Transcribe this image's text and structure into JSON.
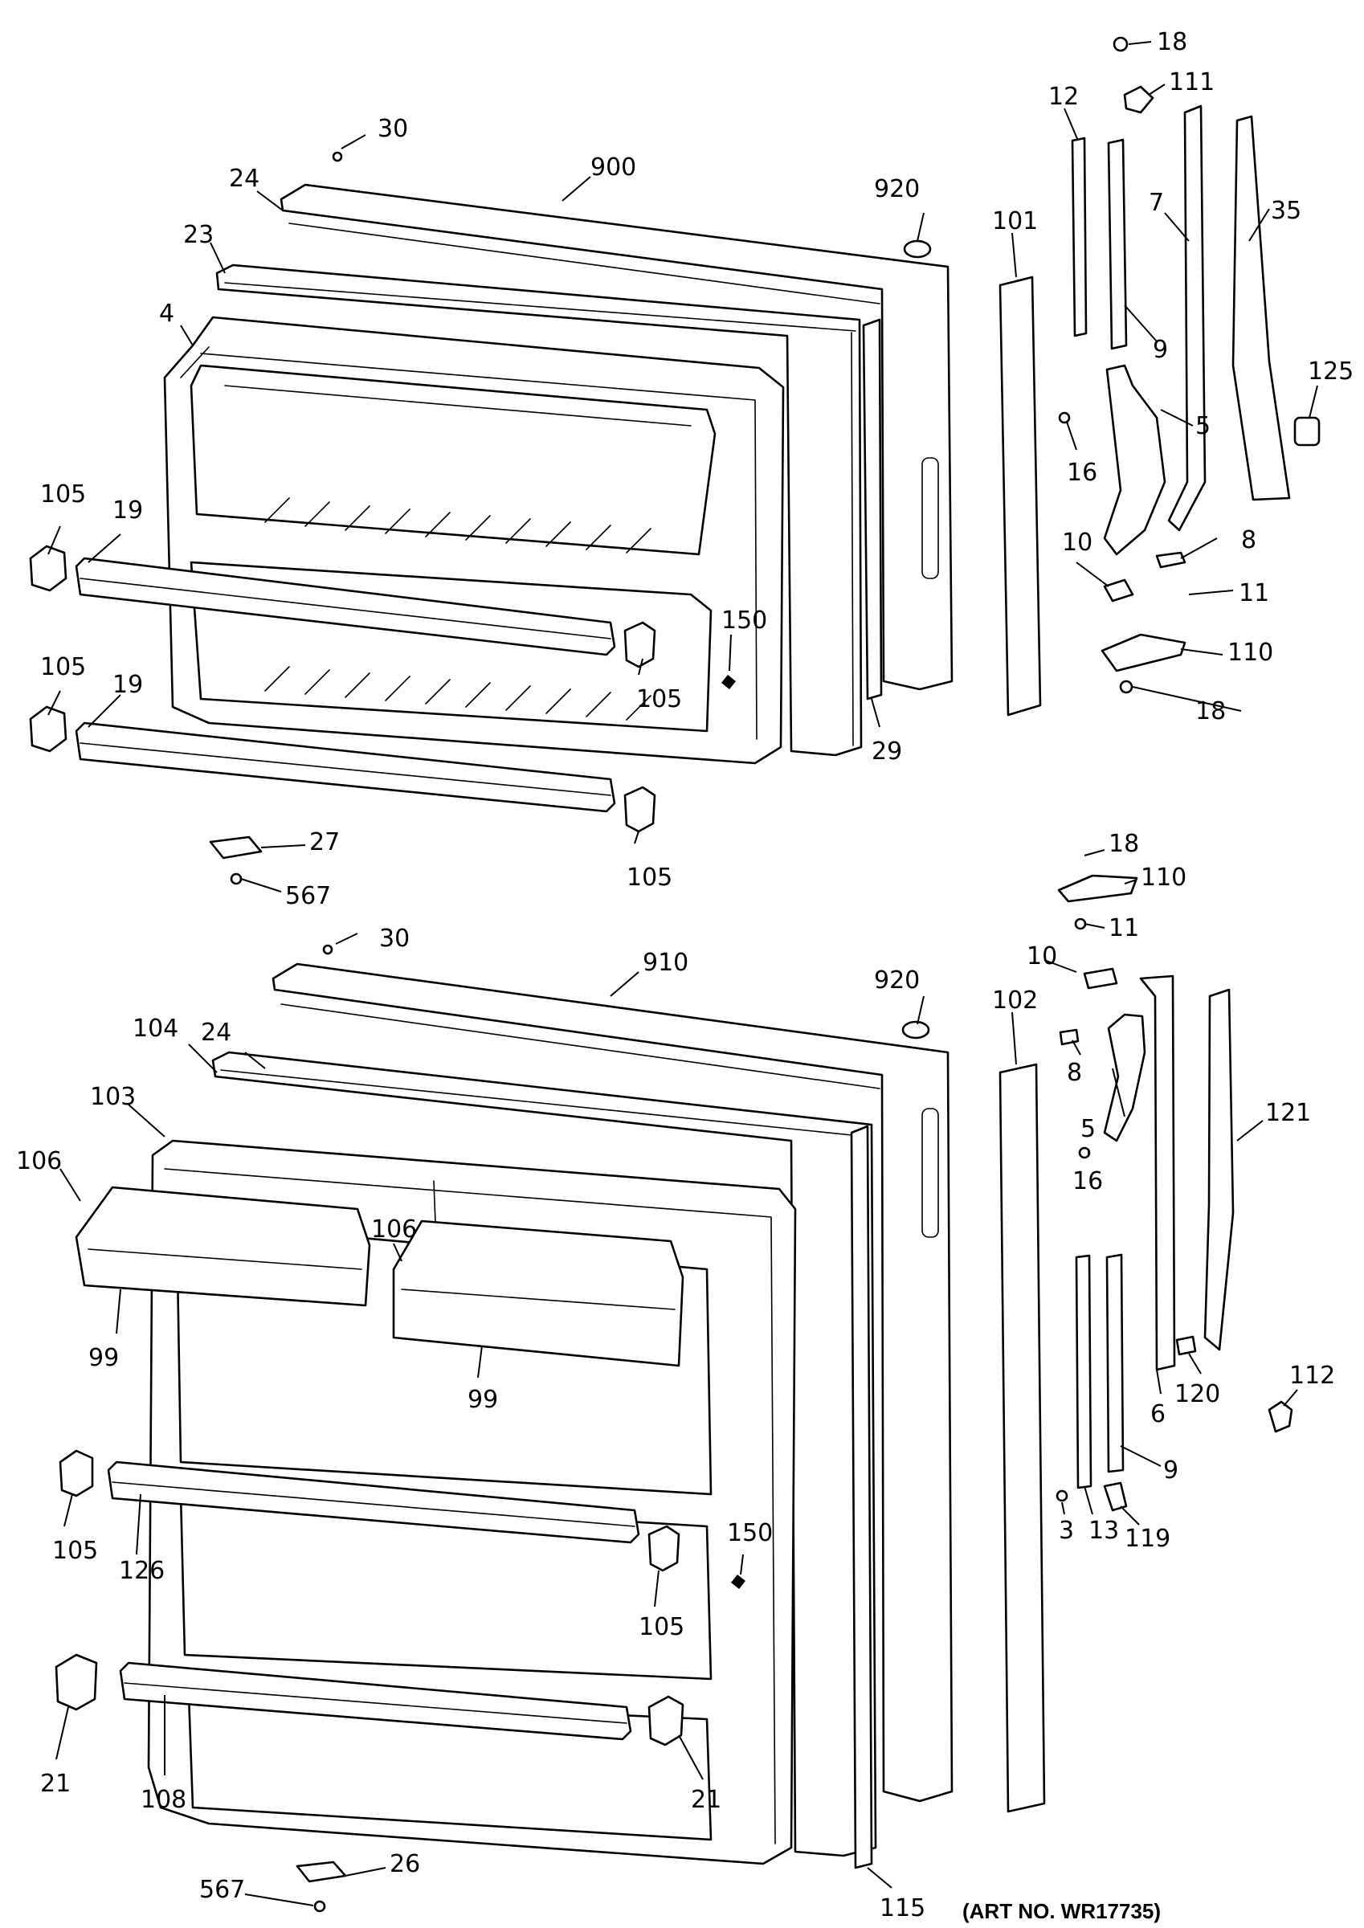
{
  "callouts_top": {
    "c30": "30",
    "c24": "24",
    "c900": "900",
    "c920": "920",
    "c23": "23",
    "c4": "4",
    "c105a": "105",
    "c19a": "19",
    "c105b": "105",
    "c19b": "19",
    "c105c": "105",
    "c105d": "105",
    "c150": "150",
    "c29": "29",
    "c27": "27",
    "c567": "567",
    "c101": "101",
    "c18a": "18",
    "c111": "111",
    "c12": "12",
    "c7": "7",
    "c35": "35",
    "c9": "9",
    "c125": "125",
    "c16": "16",
    "c5": "5",
    "c10": "10",
    "c8": "8",
    "c11": "11",
    "c110": "110",
    "c18b": "18"
  },
  "callouts_bottom": {
    "c30": "30",
    "c910": "910",
    "c920": "920",
    "c24": "24",
    "c104": "104",
    "c103": "103",
    "c106a": "106",
    "c106b": "106",
    "c99a": "99",
    "c99b": "99",
    "c105a": "105",
    "c126": "126",
    "c105b": "105",
    "c150": "150",
    "c21a": "21",
    "c108": "108",
    "c21b": "21",
    "c26": "26",
    "c567": "567",
    "c115": "115",
    "c102": "102",
    "c18": "18",
    "c110": "110",
    "c11": "11",
    "c10": "10",
    "c8": "8",
    "c5": "5",
    "c16": "16",
    "c121": "121",
    "c6": "6",
    "c120": "120",
    "c112": "112",
    "c9": "9",
    "c3": "3",
    "c13": "13",
    "c119": "119"
  },
  "art_number": "(ART NO. WR17735)"
}
